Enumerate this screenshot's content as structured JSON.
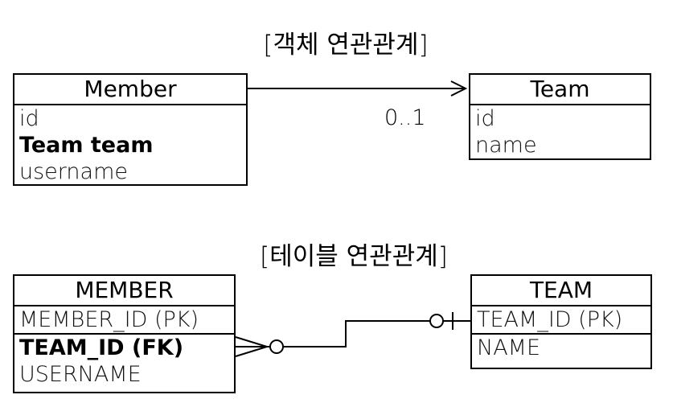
{
  "object_diagram": {
    "title": "[객체 연관관계]",
    "member": {
      "name": "Member",
      "fields": [
        "id",
        "Team team",
        "username"
      ]
    },
    "team": {
      "name": "Team",
      "fields": [
        "id",
        "name"
      ]
    },
    "multiplicity": "0..1"
  },
  "table_diagram": {
    "title": "[테이블 연관관계]",
    "member": {
      "name": "MEMBER",
      "fields": [
        "MEMBER_ID (PK)",
        "TEAM_ID (FK)",
        "USERNAME"
      ]
    },
    "team": {
      "name": "TEAM",
      "fields": [
        "TEAM_ID (PK)",
        "NAME"
      ]
    }
  },
  "colors": {
    "line": "#000000",
    "background": "#ffffff"
  }
}
